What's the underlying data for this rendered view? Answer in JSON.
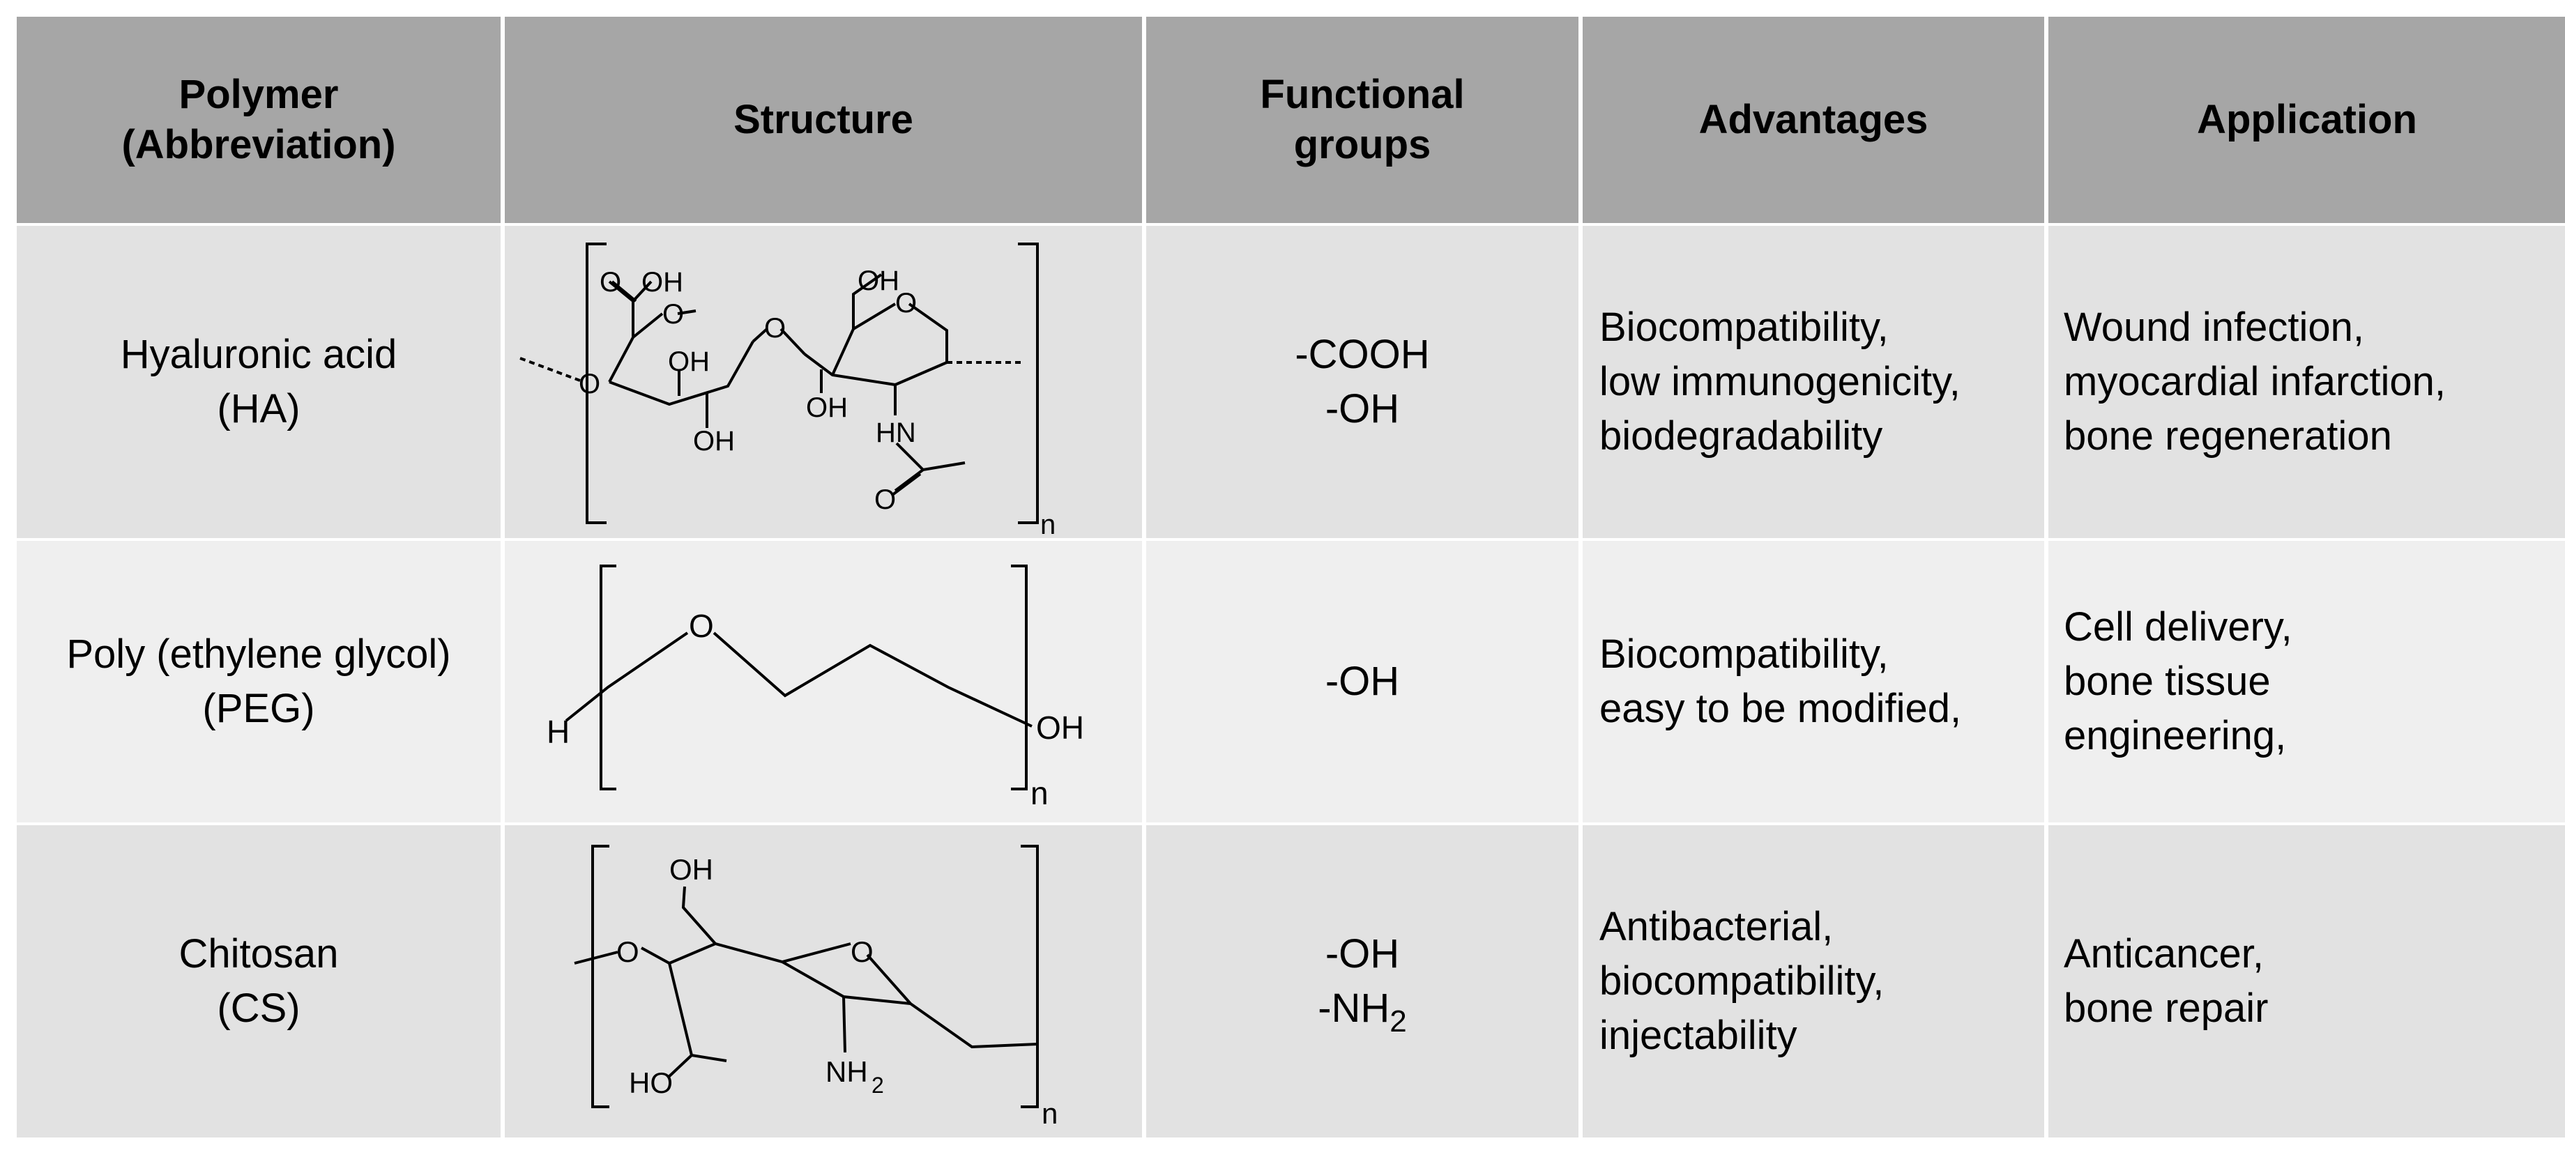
{
  "table": {
    "headers": {
      "polymer": [
        "Polymer",
        "(Abbreviation)"
      ],
      "structure": "Structure",
      "functional": [
        "Functional",
        "groups"
      ],
      "advantages": "Advantages",
      "application": "Application"
    },
    "rows": [
      {
        "polymer": [
          "Hyaluronic acid",
          "(HA)"
        ],
        "structure_labels": {
          "cooh_o": "O",
          "cooh_oh": "OH",
          "ring1_o": "O",
          "glyco_o": "O",
          "left_o": "O",
          "oh_a": "OH",
          "oh_b": "OH",
          "ch2oh": "OH",
          "ring2_o": "O",
          "oh_c": "OH",
          "nh": "HN",
          "acetyl_o": "O",
          "n": "n"
        },
        "functional_groups": [
          "-COOH",
          "-OH"
        ],
        "advantages": [
          "Biocompatibility,",
          "low immunogenicity,",
          "biodegradability"
        ],
        "application": [
          "Wound infection,",
          "myocardial infarction,",
          "bone regeneration"
        ]
      },
      {
        "polymer": [
          "Poly (ethylene glycol)",
          "(PEG)"
        ],
        "structure_labels": {
          "h": "H",
          "o": "O",
          "oh": "OH",
          "n": "n"
        },
        "functional_groups": [
          "-OH"
        ],
        "advantages": [
          "Biocompatibility,",
          "easy to be modified,"
        ],
        "application": [
          "Cell delivery,",
          "bone tissue",
          "engineering,"
        ]
      },
      {
        "polymer": [
          "Chitosan",
          "(CS)"
        ],
        "structure_labels": {
          "left_o": "O",
          "ch2oh": "OH",
          "ring_o": "O",
          "ho": "HO",
          "nh": "NH",
          "nh_sub": "2",
          "n": "n"
        },
        "functional_groups": [
          "-OH",
          "-NH",
          "2"
        ],
        "advantages": [
          "Antibacterial,",
          "biocompatibility,",
          "injectability"
        ],
        "application": [
          "Anticancer,",
          "bone repair"
        ]
      }
    ]
  }
}
